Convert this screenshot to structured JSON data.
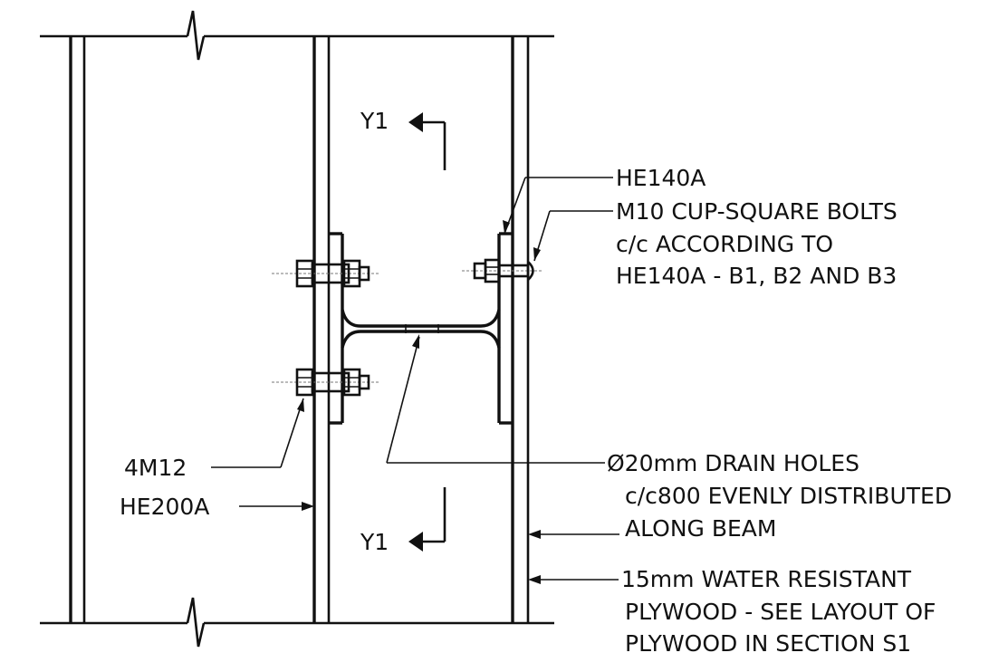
{
  "labels": {
    "section_mark": "Y1",
    "he140a": "HE140A",
    "bolts": [
      "M10 CUP-SQUARE BOLTS",
      "c/c ACCORDING TO",
      "HE140A - B1, B2 AND B3"
    ],
    "m12": "4M12",
    "he200a": "HE200A",
    "drain": [
      "Ø20mm DRAIN HOLES",
      "c/c800 EVENLY DISTRIBUTED",
      "ALONG BEAM"
    ],
    "plywood": [
      "15mm WATER RESISTANT",
      "PLYWOOD - SEE LAYOUT OF",
      "PLYWOOD IN SECTION S1"
    ]
  },
  "colors": {
    "line": "#111111",
    "background": "#ffffff"
  }
}
